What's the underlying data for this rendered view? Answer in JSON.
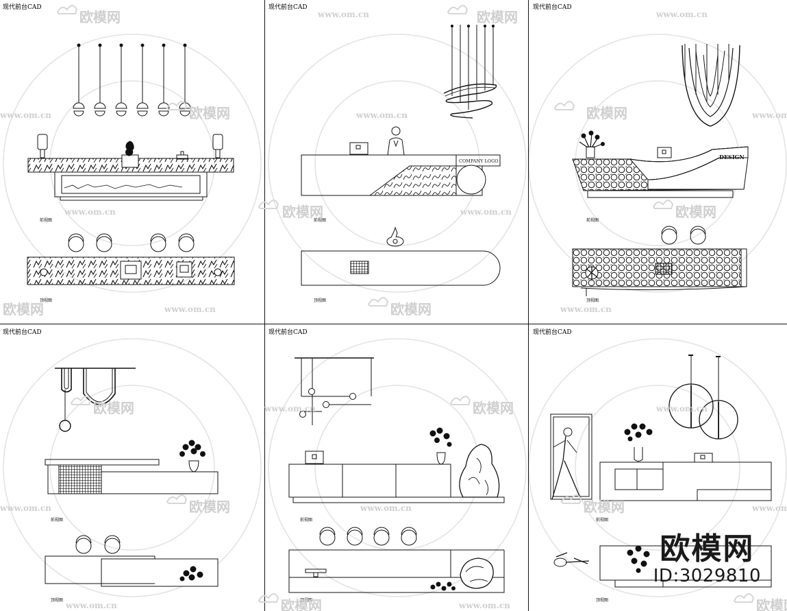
{
  "panel_title": "现代前台CAD",
  "front_view_label": "前视图",
  "top_view_label": "顶视图",
  "panel1": {
    "front_label": "前视图",
    "top_label": "顶视图"
  },
  "panel2": {
    "front_label": "前视图",
    "top_label": "顶视图",
    "desk_sign": "COMPANY LOGO"
  },
  "panel3": {
    "front_label": "前视图",
    "top_label": "顶视图",
    "desk_sign": "DESIGN"
  },
  "panel4": {
    "front_label": "前视图",
    "top_label": "顶视图"
  },
  "panel5": {
    "front_label": "前视图",
    "top_label": "顶视图"
  },
  "panel6": {
    "front_label": "前视图",
    "top_label": "顶视图"
  },
  "watermark": {
    "brand": "欧模网",
    "url": "www.om.cn"
  },
  "corner_badge": {
    "brand": "欧模网",
    "id": "ID:3029810"
  },
  "colors": {
    "line": "#111111",
    "watermark": "#d6d6d6",
    "background": "#ffffff"
  },
  "icons": [
    "pendant-lamp-icon",
    "chair-icon",
    "monitor-icon",
    "potted-plant-icon",
    "sculpture-icon",
    "human-figure-icon",
    "rock-icon"
  ]
}
